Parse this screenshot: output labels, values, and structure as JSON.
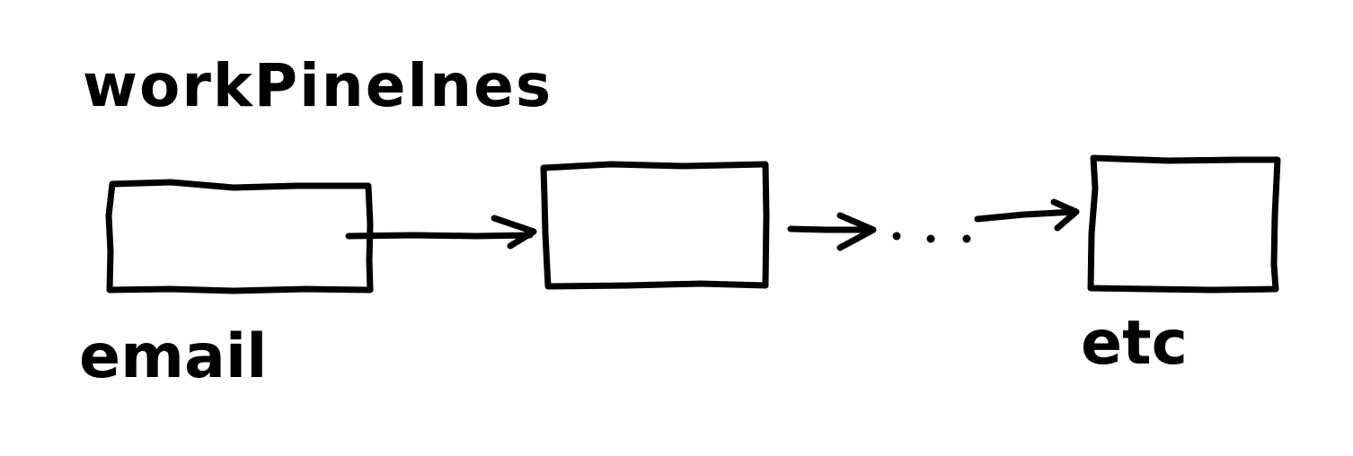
{
  "diagram": {
    "title": "workPinelnes",
    "nodes": [
      {
        "id": "node-1",
        "label": "email"
      },
      {
        "id": "node-2",
        "label": ""
      },
      {
        "id": "node-3",
        "label": "etc"
      }
    ],
    "edges": [
      {
        "from": "node-1",
        "to": "node-2",
        "style": "solid"
      },
      {
        "from": "node-2",
        "to": "node-3",
        "style": "ellipsis",
        "middle_text": "..."
      }
    ],
    "colors": {
      "background": "#ffffff",
      "ink": "#000000"
    }
  }
}
